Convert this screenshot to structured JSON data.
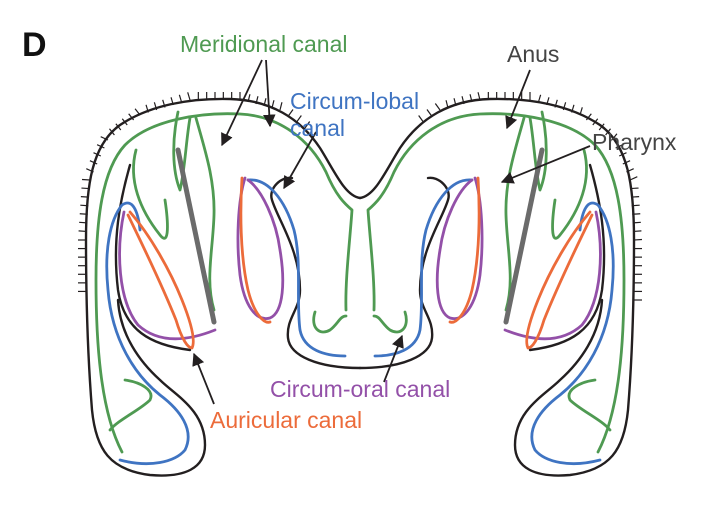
{
  "panel_label": "D",
  "labels": {
    "meridional_canal": "Meridional canal",
    "circum_lobal_line1": "Circum-lobal",
    "circum_lobal_line2": "canal",
    "anus": "Anus",
    "pharynx": "Pharynx",
    "circum_oral_canal": "Circum-oral canal",
    "auricular_canal": "Auricular canal"
  },
  "colors": {
    "meridional_canal": "#4f9a52",
    "circum_lobal_canal": "#3f74c2",
    "circum_oral_canal": "#9350a8",
    "auricular_canal": "#ec6b3a",
    "pharynx": "#6b6b6b",
    "body_outline": "#231f20",
    "dark_label": "#444444"
  }
}
